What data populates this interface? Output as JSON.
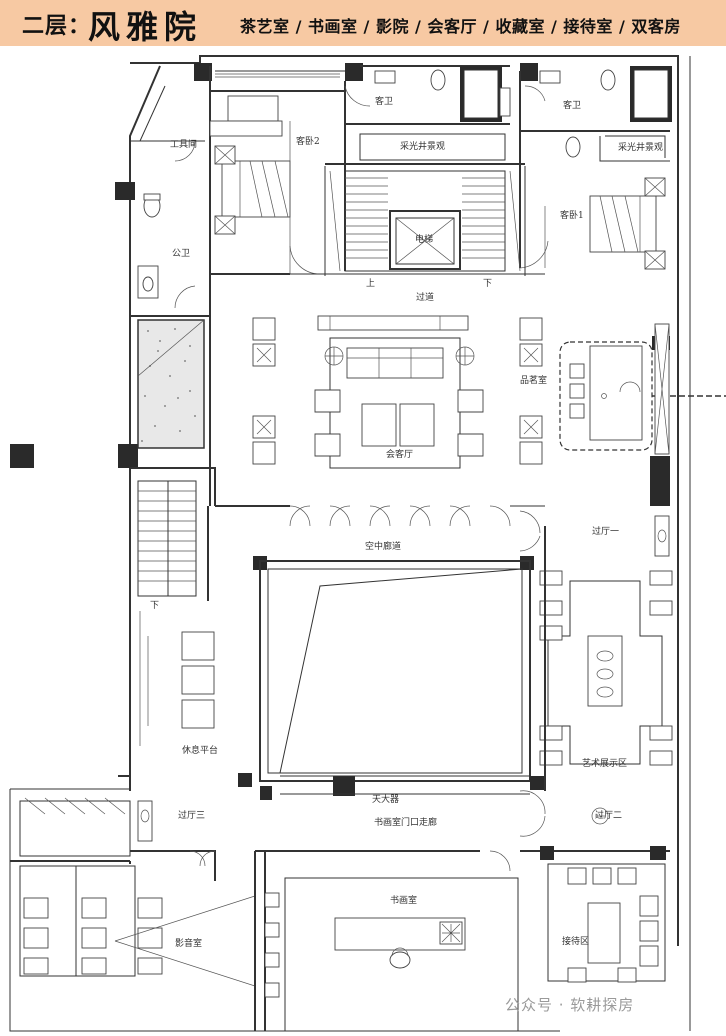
{
  "header": {
    "title_prefix": "二层：",
    "title_main": "风雅院",
    "subtitle": "茶艺室 / 书画室 / 影院 / 会客厅 / 收藏室 / 接待室 / 双客房",
    "background_color": "#f7c9a3"
  },
  "rooms": {
    "guest_wc_left": "客卫",
    "guest_wc_right": "客卫",
    "bedroom_2": "客卧2",
    "bedroom_1": "客卧1",
    "tool_room": "工具间",
    "public_wc": "公卫",
    "skylight_left": "采光井景观",
    "skylight_right": "采光井景观",
    "elevator": "电梯",
    "stair_up": "上",
    "stair_down": "下",
    "corridor": "过道",
    "tea_room": "品茗室",
    "living_room": "会客厅",
    "hall_1": "过厅一",
    "sky_corridor": "空中廊道",
    "stair_down_2": "下",
    "rest_platform": "休息平台",
    "art_display": "艺术展示区",
    "hall_3": "过厅三",
    "hall_2": "过厅二",
    "atrium": "天大器",
    "study_entrance_corridor": "书画室门口走廊",
    "study_room": "书画室",
    "cinema": "影音室",
    "reception": "接待区"
  },
  "watermark": "公众号 · 软耕探房"
}
